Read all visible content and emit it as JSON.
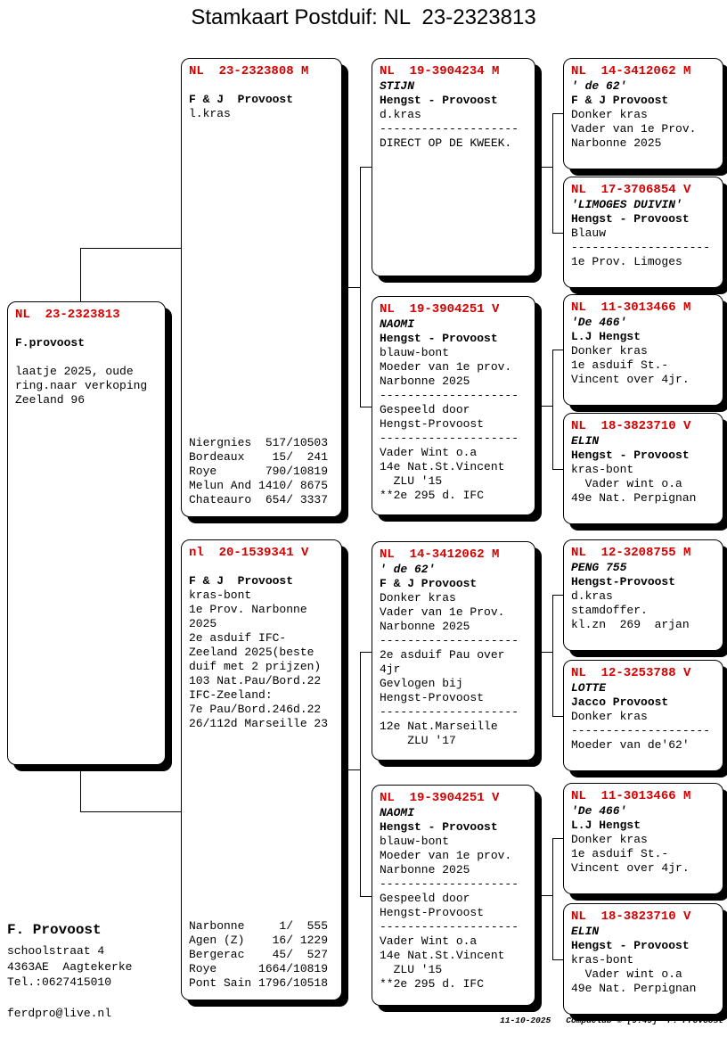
{
  "page": {
    "title": "Stamkaart Postduif: NL  23-2323813",
    "accent_color": "#d40000"
  },
  "subject": {
    "ring": "NL  23-2323813",
    "owner": "F.provoost",
    "body": "\nlaatje 2025, oude\nring.naar verkoping\nZeeland 96"
  },
  "father": {
    "ring": "NL  23-2323808 M",
    "owner": "F & J  Provoost",
    "body": "l.kras",
    "results": "Niergnies  517/10503\nBordeaux    15/  241\nRoye       790/10819\nMelun And 1410/ 8675\nChateauro  654/ 3337"
  },
  "mother": {
    "ring": "nl  20-1539341 V",
    "owner": "F & J  Provoost",
    "body": "kras-bont\n1e Prov. Narbonne\n2025\n2e asduif IFC-\nZeeland 2025(beste\nduif met 2 prijzen)\n103 Nat.Pau/Bord.22\nIFC-Zeeland:\n7e Pau/Bord.246d.22\n26/112d Marseille 23",
    "results": "Narbonne     1/  555\nAgen (Z)    16/ 1229\nBergerac    45/  527\nRoye      1664/10819\nPont Sain 1796/10518"
  },
  "grandparents": [
    {
      "ring": "NL  19-3904234 M",
      "name": "STIJN",
      "owner": "Hengst - Provoost",
      "body": "d.kras\n--------------------\nDIRECT OP DE KWEEK."
    },
    {
      "ring": "NL  19-3904251 V",
      "name": "NAOMI",
      "owner": "Hengst - Provoost",
      "body": "blauw-bont\nMoeder van 1e prov.\nNarbonne 2025\n--------------------\nGespeeld door\nHengst-Provoost\n--------------------\nVader Wint o.a\n14e Nat.St.Vincent\n  ZLU '15\n**2e 295 d. IFC"
    },
    {
      "ring": "NL  14-3412062 M",
      "name": "' de 62'",
      "owner": "F & J Provoost",
      "body": "Donker kras\nVader van 1e Prov.\nNarbonne 2025\n--------------------\n2e asduif Pau over\n4jr\nGevlogen bij\nHengst-Provoost\n--------------------\n12e Nat.Marseille\n    ZLU '17"
    },
    {
      "ring": "NL  19-3904251 V",
      "name": "NAOMI",
      "owner": "Hengst - Provoost",
      "body": "blauw-bont\nMoeder van 1e prov.\nNarbonne 2025\n--------------------\nGespeeld door\nHengst-Provoost\n--------------------\nVader Wint o.a\n14e Nat.St.Vincent\n  ZLU '15\n**2e 295 d. IFC"
    }
  ],
  "greatgrandparents": [
    {
      "ring": "NL  14-3412062 M",
      "name": "' de 62'",
      "owner": "F & J Provoost",
      "body": "Donker kras\nVader van 1e Prov.\nNarbonne 2025"
    },
    {
      "ring": "NL  17-3706854 V",
      "name": "'LIMOGES DUIVIN'",
      "owner": "Hengst - Provoost",
      "body": "Blauw\n--------------------\n1e Prov. Limoges"
    },
    {
      "ring": "NL  11-3013466 M",
      "name": "'De 466'",
      "owner": "L.J Hengst",
      "body": "Donker kras\n1e asduif St.-\nVincent over 4jr."
    },
    {
      "ring": "NL  18-3823710 V",
      "name": "ELIN",
      "owner": "Hengst - Provoost",
      "body": "kras-bont\n  Vader wint o.a\n49e Nat. Perpignan"
    },
    {
      "ring": "NL  12-3208755 M",
      "name": "PENG 755",
      "owner": "Hengst-Provoost",
      "body": "d.kras\nstamdoffer.\nkl.zn  269  arjan"
    },
    {
      "ring": "NL  12-3253788 V",
      "name": "LOTTE",
      "owner": "Jacco Provoost",
      "body": "Donker kras\n--------------------\nMoeder van de'62'"
    },
    {
      "ring": "NL  11-3013466 M",
      "name": "'De 466'",
      "owner": "L.J Hengst",
      "body": "Donker kras\n1e asduif St.-\nVincent over 4jr."
    },
    {
      "ring": "NL  18-3823710 V",
      "name": "ELIN",
      "owner": "Hengst - Provoost",
      "body": "kras-bont\n  Vader wint o.a\n49e Nat. Perpignan"
    }
  ],
  "owner_block": {
    "name": "F. Provoost",
    "details": "schoolstraat 4\n4363AE  Aagtekerke\nTel.:0627415010\n\nferdpro@live.nl"
  },
  "footer": "11-10-2025   Compuclub © [9.49]  F. Provoost"
}
